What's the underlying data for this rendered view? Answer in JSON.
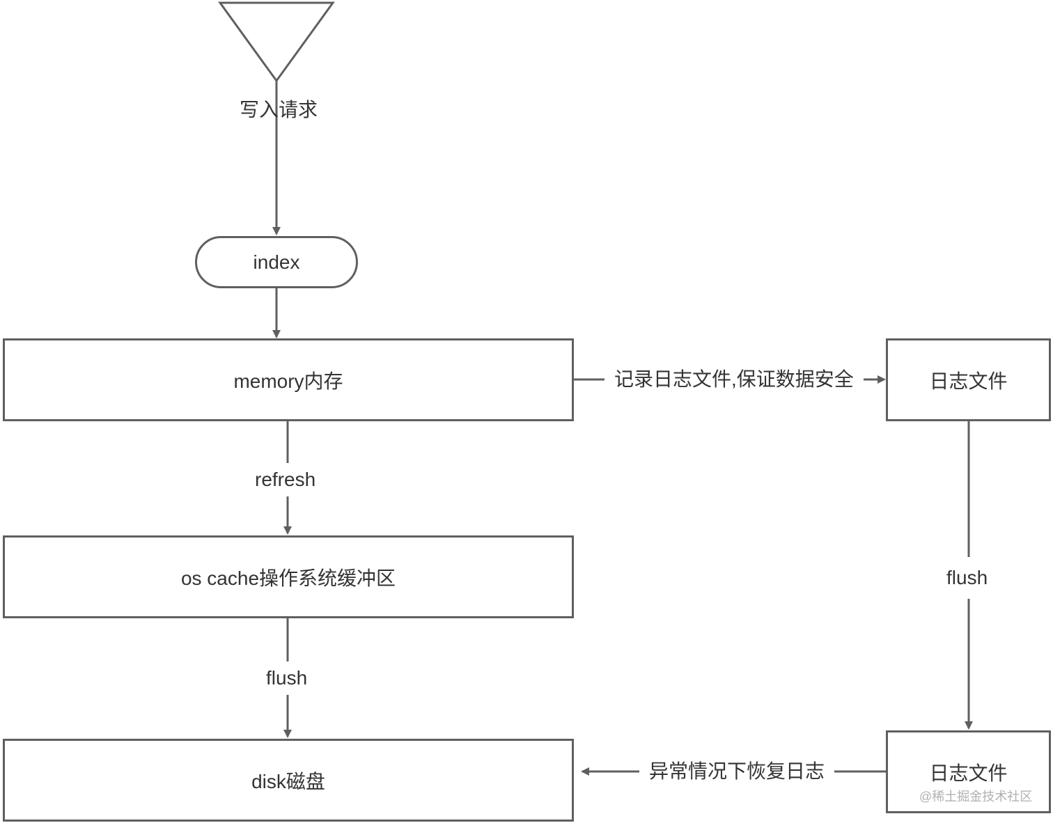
{
  "colors": {
    "line": "#5f5f5f",
    "text": "#333333",
    "watermark": "#b0b0b0"
  },
  "start_symbol": "triangle-down",
  "nodes": {
    "index": "index",
    "memory": "memory内存",
    "os_cache": "os cache操作系统缓冲区",
    "disk": "disk磁盘",
    "log_file_top": "日志文件",
    "log_file_bottom": "日志文件"
  },
  "edges": {
    "write_request": "写入请求",
    "record_log": "记录日志文件,保证数据安全",
    "refresh": "refresh",
    "flush_left": "flush",
    "flush_right": "flush",
    "recover_log": "异常情况下恢复日志"
  },
  "watermark": "@稀土掘金技术社区"
}
